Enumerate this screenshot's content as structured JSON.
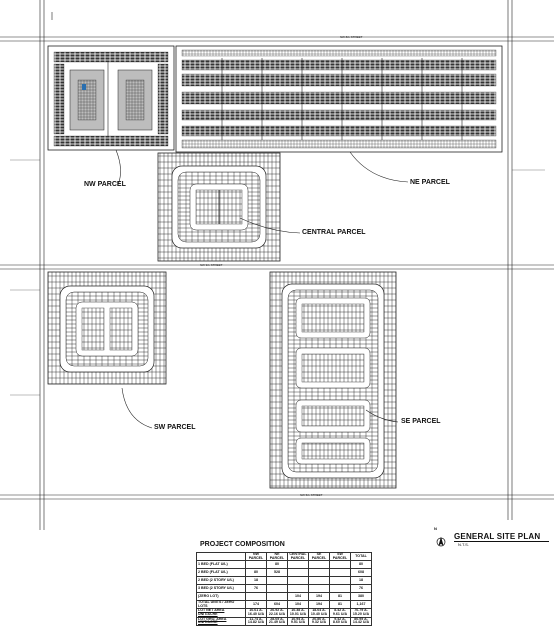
{
  "labels": {
    "nw_parcel": "NW PARCEL",
    "ne_parcel": "NE PARCEL",
    "central_parcel": "CENTRAL PARCEL",
    "sw_parcel": "SW PARCEL",
    "se_parcel": "SE PARCEL",
    "north_street": "SW 8th STREET",
    "mid_street": "SW 9th STREET",
    "south_street": "SW 5th STREET"
  },
  "title_block": {
    "north_marker": "N",
    "title": "GENERAL SITE PLAN",
    "subtitle": "N.T.S."
  },
  "composition": {
    "title": "PROJECT COMPOSITION",
    "headers": [
      "",
      "NW PARCEL",
      "NE PARCEL",
      "CENTRAL PARCEL",
      "SE PARCEL",
      "SW PARCEL",
      "TOTAL"
    ],
    "rows": [
      [
        "1 BED (FLAT U/L)",
        "",
        "80",
        "",
        "",
        "",
        "80"
      ],
      [
        "2 BED (FLAT U/L)",
        "80",
        "528",
        "",
        "",
        "",
        "608"
      ],
      [
        "2 BED (2 STORY U/L)",
        "18",
        "",
        "",
        "",
        "",
        "18"
      ],
      [
        "3 BED (2 STORY U/L)",
        "76",
        "",
        "",
        "",
        "",
        "76"
      ],
      [
        "(ZERO LOT)",
        "",
        "",
        "104",
        "194",
        "81",
        "380"
      ],
      [
        "TOTAL UNITS / ZERO LOTS",
        "174",
        "604",
        "104",
        "194",
        "81",
        "1,167"
      ],
      [
        "LOT NET AREA UNIT/ACRE",
        "10.61 A. 16.40 U/A",
        "26.92 A. 22.16 U/A",
        "10.38 A. 10.01 U/A",
        "18.64 A. 10.40 U/A",
        "8.42 A. 9.61 U/A",
        "76.79 A. 15.20 U/A"
      ],
      [
        "LOT GRO. AREA UNIT/ACRE",
        "11.74 A. 14.82 U/A",
        "28.05 A. 21.49 U/A",
        "10.94 A. 9.51 U/A",
        "20.80 A. 9.32 U/A",
        "9.42 A. 8.60 U/A",
        "80.95 A. 14.42 U/A"
      ]
    ]
  }
}
